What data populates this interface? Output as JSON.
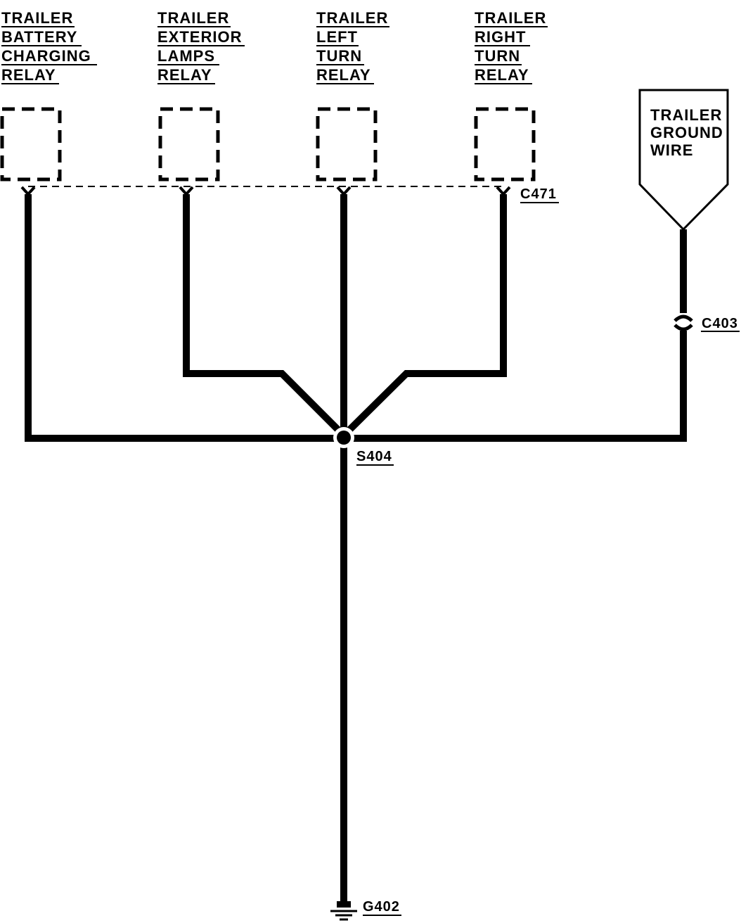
{
  "components": [
    {
      "lines": [
        "TRAILER",
        "BATTERY",
        "CHARGING",
        "RELAY"
      ]
    },
    {
      "lines": [
        "TRAILER",
        "EXTERIOR",
        "LAMPS",
        "RELAY"
      ]
    },
    {
      "lines": [
        "TRAILER",
        "LEFT",
        "TURN",
        "RELAY"
      ]
    },
    {
      "lines": [
        "TRAILER",
        "RIGHT",
        "TURN",
        "RELAY"
      ]
    }
  ],
  "ground_wire": {
    "lines": [
      "TRAILER",
      "GROUND",
      "WIRE"
    ]
  },
  "connectors": {
    "c471": "C471",
    "c403": "C403"
  },
  "splice": "S404",
  "ground": "G402"
}
